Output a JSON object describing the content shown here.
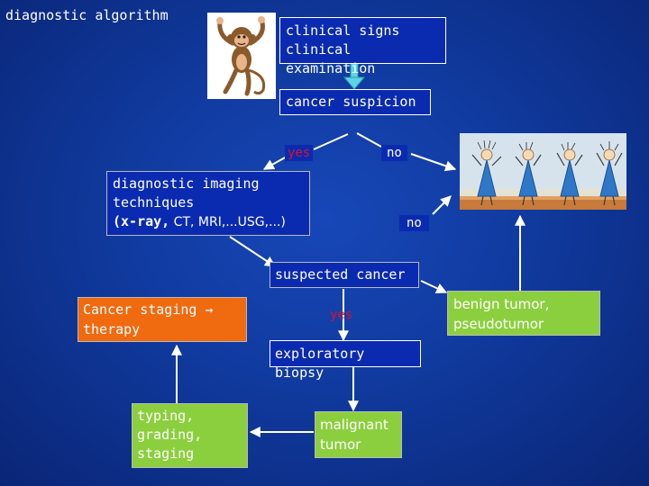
{
  "title": "diagnostic algorithm",
  "nodes": {
    "clinical": "clinical signs\nclinical examination",
    "suspicion": "cancer suspicion",
    "imaging_line1": "diagnostic imaging",
    "imaging_line2": "techniques",
    "imaging_line3_mono": "(x-ray,",
    "imaging_line3_sans": " CT, MRI,...USG,...)",
    "suspected": "suspected cancer",
    "staging": "Cancer staging →\ntherapy",
    "benign": "benign tumor,\npseudotumor",
    "biopsy": "exploratory biopsy",
    "typing": "typing,\ngrading,\nstaging",
    "malignant": "malignant\ntumor"
  },
  "labels": {
    "yes_top": "yes",
    "no_top": "no",
    "no_mid": "no",
    "yes_bottom": "yes"
  },
  "colors": {
    "background": "#103a9e",
    "box_blue": "#0a2bb0",
    "staging_orange": "#f06a10",
    "benign_green": "#8ccf3e",
    "arrow_teal": "#5fd3e6",
    "yes_red": "#e0102a"
  },
  "images": {
    "monkey": "cartoon-monkey-illustration",
    "dancers": "happy-figures-painting"
  }
}
